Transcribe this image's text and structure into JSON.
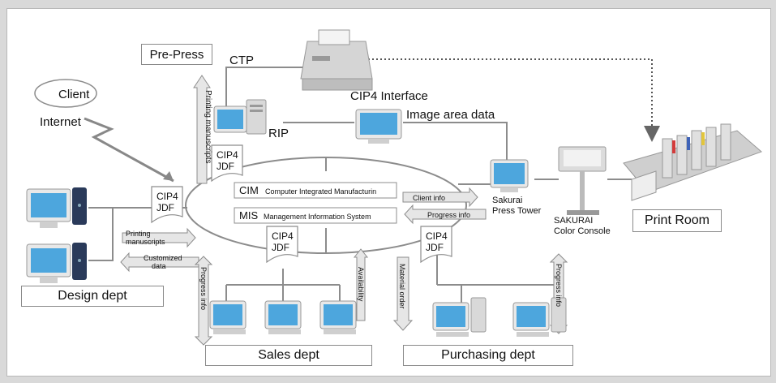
{
  "labels": {
    "pre_press": "Pre-Press",
    "ctp": "CTP",
    "client": "Client",
    "internet": "Internet",
    "rip": "RIP",
    "cip4_interface": "CIP4 Interface",
    "image_area_data": "Image area data",
    "printing_manuscripts_v": "Printing manuscripts",
    "cip4": "CIP4",
    "jdf": "JDF",
    "cim_abbr": "CIM",
    "cim_full": "Computer Integrated Manufacturin",
    "mis_abbr": "MIS",
    "mis_full": "Management Information System",
    "client_info": "Client info",
    "progress_info": "Progress info",
    "sakurai_press_tower_1": "Sakurai",
    "sakurai_press_tower_2": "Press Tower",
    "sakurai_console_1": "SAKURAI",
    "sakurai_console_2": "Color Console",
    "print_room": "Print Room",
    "printing_manuscripts_h1": "Printing",
    "printing_manuscripts_h2": "manuscripts",
    "customized_data_1": "Customized",
    "customized_data_2": "data",
    "design_dept": "Design dept",
    "progress_info_v": "Progress info",
    "availability": "Availability",
    "material_order": "Material order",
    "sales_dept": "Sales dept",
    "purchasing_dept": "Purchasing dept"
  },
  "colors": {
    "line": "#8c8c8c",
    "arrow_fill": "#e6e6e6",
    "monitor_frame": "#e8e8e8",
    "screen": "#4da6dd",
    "tower_dark": "#2a3a5a",
    "press_body": "#cfcfcf",
    "accent_red": "#d23b3b"
  }
}
